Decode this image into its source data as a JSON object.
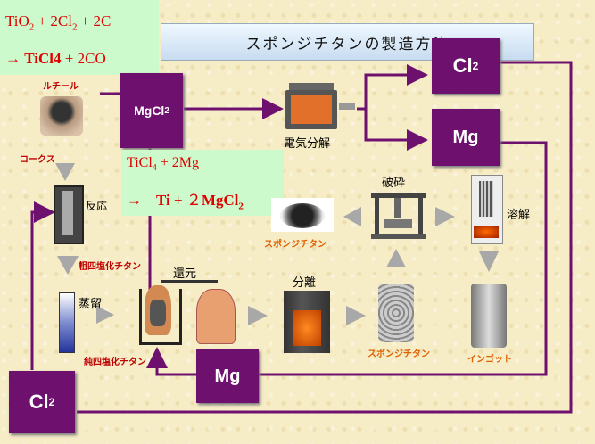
{
  "title": "スポンジチタンの製造方法",
  "eq1": {
    "line1": "TiO",
    "sub1": "2",
    "plus1": " + 2Cl",
    "sub2": "2",
    "plus2": " + 2C",
    "line2_arrow": "→ ",
    "line2_bold": "TiCl4",
    "line2_rest": " + 2CO"
  },
  "eq2": {
    "line1": "TiCl",
    "sub1": "4",
    "line1b": " + 2Mg",
    "arrow": "→",
    "ti": "Ti",
    "plus": " + ",
    "two": "２",
    "mgcl": "MgCl",
    "sub2": "2"
  },
  "boxes": {
    "mgcl2": {
      "main": "MgCl",
      "sub": "2"
    },
    "cl2_top": {
      "main": "Cl",
      "sup": "2"
    },
    "mg_right": "Mg",
    "mg_bottom": "Mg",
    "cl2_bottom": {
      "main": "Cl",
      "sup": "2"
    }
  },
  "labels": {
    "rutile": "ルチール",
    "coke": "コークス",
    "reaction": "反応",
    "crude": "粗四塩化チタン",
    "distill": "蒸留",
    "pure": "純四塩化チタン",
    "reduction": "還元",
    "electrolysis": "電気分解",
    "sponge1": "スポンジチタン",
    "crush": "破砕",
    "melt": "溶解",
    "separate": "分離",
    "sponge2": "スポンジチタン",
    "ingot": "インゴット"
  },
  "colors": {
    "purple": "#6e116e",
    "arrow_gray": "#a8a8a8",
    "eq_bg": "#ccfacc",
    "red": "#e00000"
  }
}
